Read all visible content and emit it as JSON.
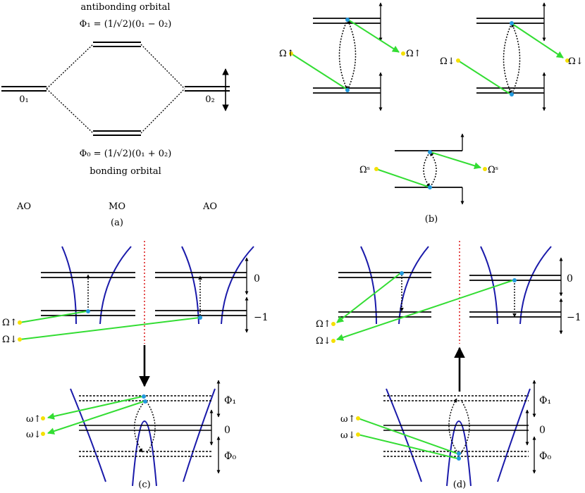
{
  "panel_a": {
    "caption": "(a)",
    "antibonding": {
      "title": "antibonding orbital",
      "formula": "Φ₁ = (1/√2)(0₁ − 0₂)"
    },
    "bonding": {
      "formula": "Φ₀ = (1/√2)(0₁ + 0₂)",
      "title": "bonding orbital"
    },
    "left_level": "0₁",
    "right_level": "0₂",
    "columns": [
      "AO",
      "MO",
      "AO"
    ]
  },
  "panel_b": {
    "caption": "(b)",
    "labels": {
      "up_in": "Ω↑",
      "up_out": "Ω↑",
      "down_in": "Ω↓",
      "down_out": "Ω↓",
      "s_in": "Ωˢ",
      "s_out": "Ωˢ"
    }
  },
  "panel_c": {
    "caption": "(c)",
    "level_top": "0",
    "level_bottom": "−1",
    "omega_up": "Ω↑",
    "omega_down": "Ω↓",
    "phi1": "Φ₁",
    "zero": "0",
    "phi0": "Φ₀",
    "w_up": "ω↑",
    "w_down": "ω↓"
  },
  "panel_d": {
    "caption": "(d)",
    "level_top": "0",
    "level_bottom": "−1",
    "omega_up": "Ω↑",
    "omega_down": "Ω↓",
    "phi1": "Φ₁",
    "zero": "0",
    "phi0": "Φ₀",
    "w_up": "ω↑",
    "w_down": "ω↓"
  },
  "colors": {
    "line": "#000000",
    "transition": "#33dd33",
    "curve": "#1a1aaa",
    "divider": "#dd2222",
    "blue_dot": "#2299dd",
    "yellow_dot": "#f5e000"
  }
}
